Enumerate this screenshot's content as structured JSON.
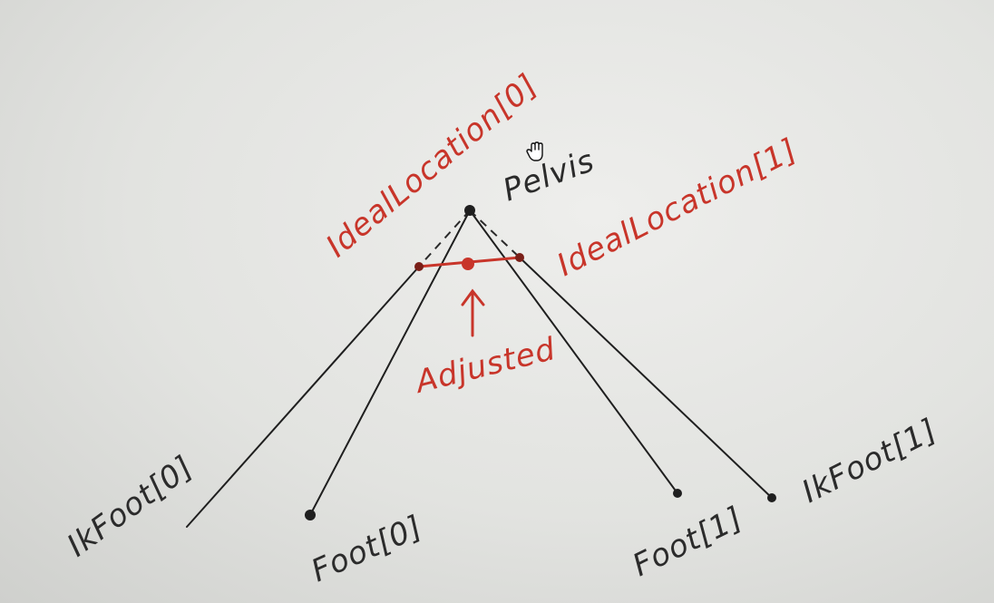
{
  "diagram": {
    "labels": {
      "pelvis": "Pelvis",
      "ideal_location_0": "IdealLocation[0]",
      "ideal_location_1": "IdealLocation[1]",
      "adjusted": "Adjusted",
      "ik_foot_0": "IkFoot[0]",
      "foot_0": "Foot[0]",
      "foot_1": "Foot[1]",
      "ik_foot_1": "IkFoot[1]"
    },
    "colors": {
      "ink_black": "#1f1f1f",
      "ink_red": "#c8352a",
      "paper": "#e6e7e4"
    },
    "cursor_icon": "hand-cursor-icon"
  }
}
